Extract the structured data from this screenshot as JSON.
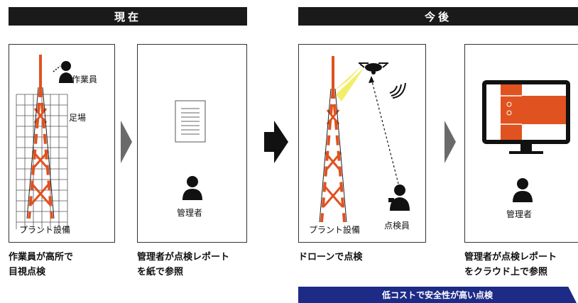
{
  "header": {
    "current_label": "現在",
    "future_label": "今後"
  },
  "panel1": {
    "worker_label": "作業員",
    "scaffold_label": "足場",
    "plant_label": "プラント設備"
  },
  "panel2": {
    "manager_label": "管理者"
  },
  "panel3": {
    "plant_label": "プラント設備",
    "inspector_label": "点検員"
  },
  "panel4": {
    "manager_label": "管理者"
  },
  "captions": {
    "c1": "作業員が高所で\n目視点検",
    "c2": "管理者が点検レポート\nを紙で参照",
    "c3": "ドローンで点検",
    "c4": "管理者が点検レポート\nをクラウド上で参照"
  },
  "banner": {
    "text": "低コストで安全性が高い点検"
  },
  "colors": {
    "accent_orange": "#e0521f",
    "banner_blue": "#1d2b86",
    "header_black": "#1a1a1a",
    "drone_beam_yellow": "#f2ee6a",
    "arrow_gray": "#6a6a6a"
  },
  "icons": [
    "tower-icon",
    "scaffold-grid-icon",
    "worker-icon",
    "document-icon",
    "manager-icon",
    "drone-icon",
    "signal-icon",
    "inspector-icon",
    "monitor-icon"
  ]
}
